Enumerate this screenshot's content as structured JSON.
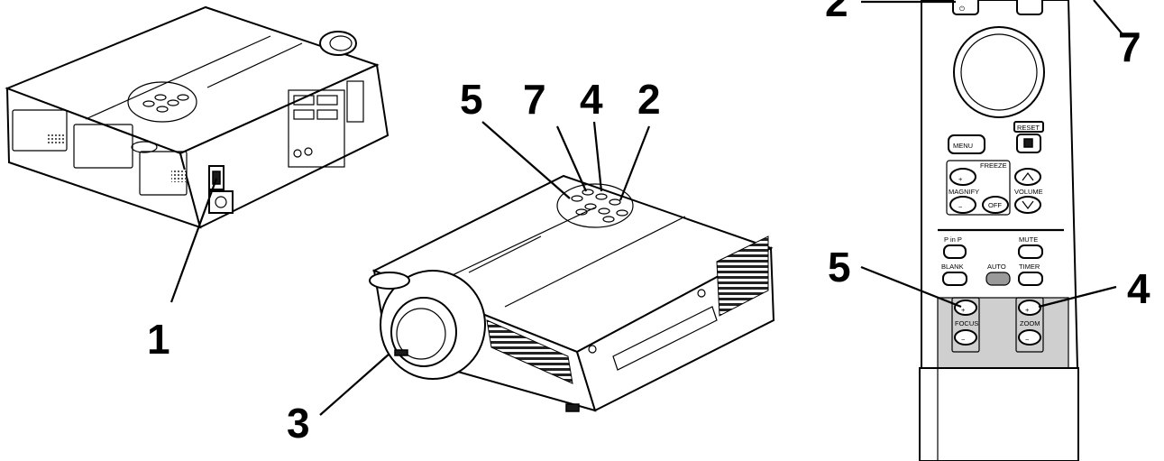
{
  "callouts": {
    "rear_1": "1",
    "front_3": "3",
    "top_5": "5",
    "top_7": "7",
    "top_4": "4",
    "top_2": "2",
    "remote_2": "2",
    "remote_7": "7",
    "remote_5": "5",
    "remote_4": "4"
  },
  "remote_labels": {
    "reset": "RESET",
    "menu": "MENU",
    "freeze": "FREEZE",
    "magnify": "MAGNIFY",
    "off": "OFF",
    "volume": "VOLUME",
    "pinp": "P in P",
    "mute": "MUTE",
    "blank": "BLANK",
    "auto": "AUTO",
    "timer": "TIMER",
    "focus": "FOCUS",
    "zoom": "ZOOM",
    "plus": "+",
    "minus": "−"
  }
}
